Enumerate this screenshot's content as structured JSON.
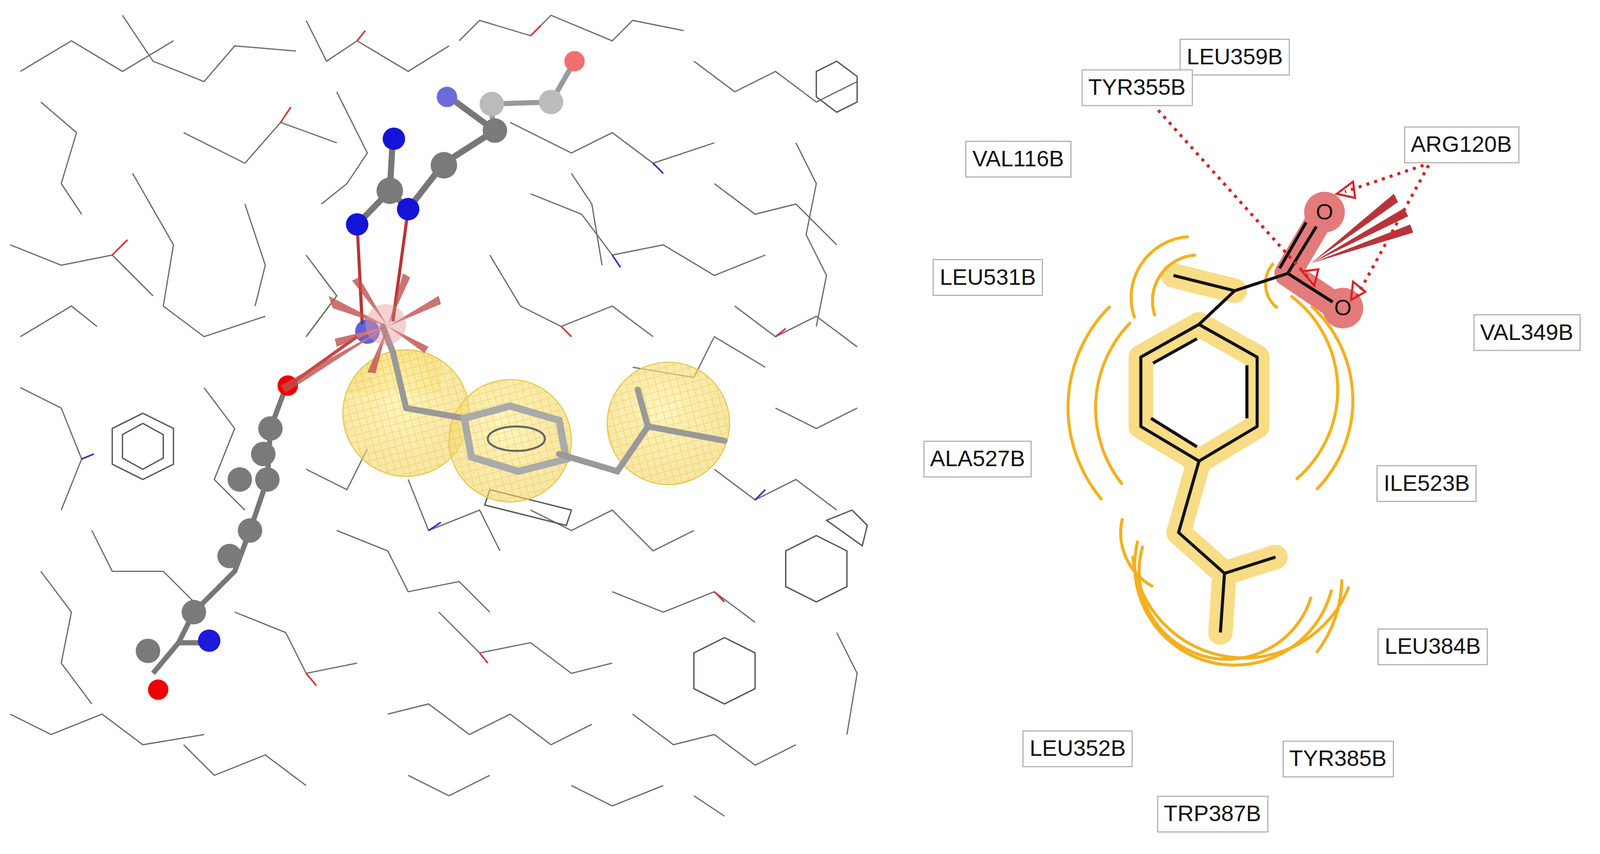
{
  "diagram": {
    "nodes": [
      {
        "text": [
          "LEU359B"
        ]
      },
      {
        "text": [
          "TYR355B"
        ]
      },
      {
        "text": [
          "ARG120B"
        ]
      },
      {
        "text": [
          "VAL116B"
        ]
      },
      {
        "text": [
          "LEU531B"
        ]
      },
      {
        "text": [
          "VAL349B"
        ]
      },
      {
        "text": [
          "ALA527B"
        ]
      },
      {
        "text": [
          "ILE523B"
        ]
      },
      {
        "text": [
          "LEU384B"
        ]
      },
      {
        "text": [
          "LEU352B"
        ]
      },
      {
        "text": [
          "TYR385B"
        ]
      },
      {
        "text": [
          "TRP387B"
        ]
      }
    ],
    "labels": [
      "O",
      "O"
    ]
  }
}
